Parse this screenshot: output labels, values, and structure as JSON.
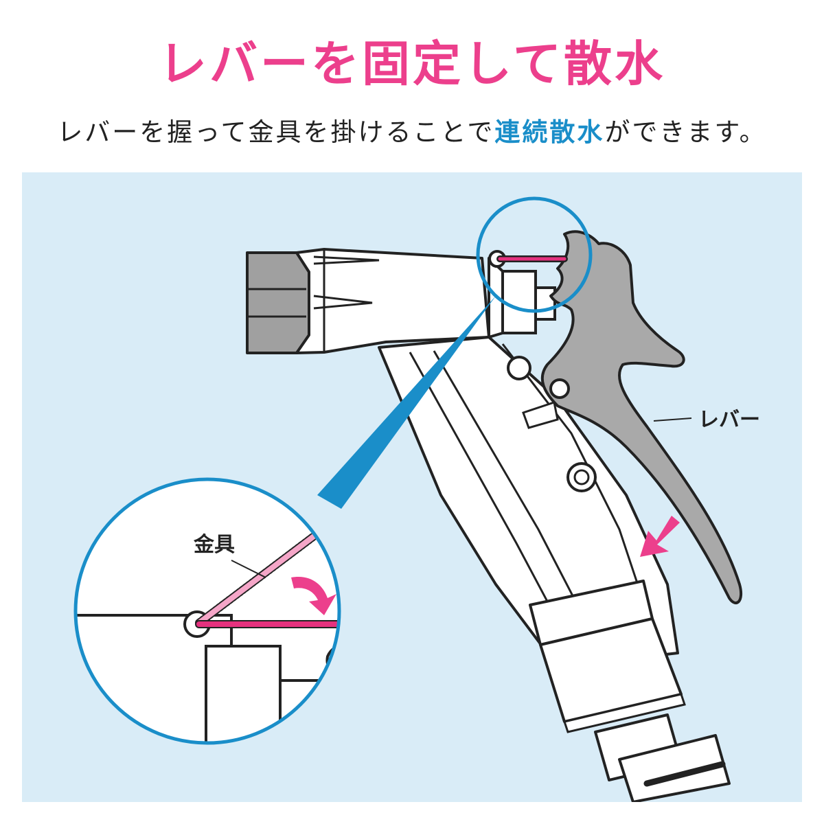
{
  "header": {
    "title": "レバーを固定して散水",
    "subtitle_before": "レバーを握って金具を掛けることで",
    "subtitle_highlight": "連続散水",
    "subtitle_after": "ができます。"
  },
  "diagram": {
    "label_lever": "レバー",
    "label_fitting": "金具"
  },
  "colors": {
    "accent_pink": "#ec3f8c",
    "accent_blue": "#1a8ec9",
    "panel_bg": "#d9ecf7",
    "lever_gray": "#a9a9a9",
    "nut_gray": "#a0a0a0",
    "hook_pink": "#e5317e",
    "hook_pink_light": "#f5a6c8"
  }
}
